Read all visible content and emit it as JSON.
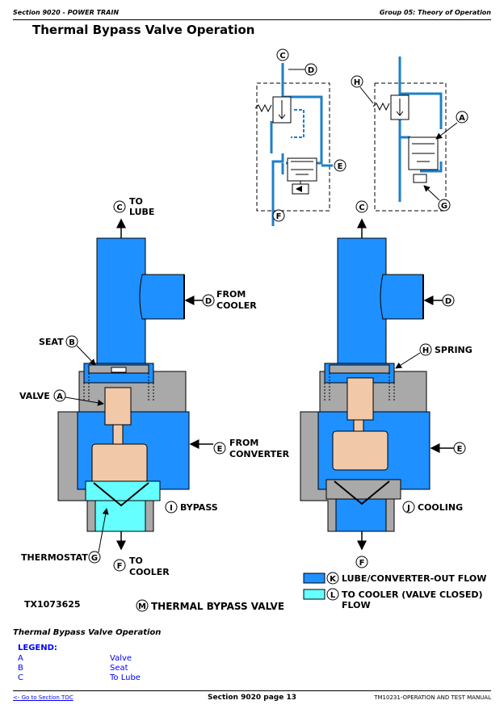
{
  "header": {
    "section": "Section 9020 - POWER TRAIN",
    "group": "Group 05: Theory of Operation"
  },
  "title": "Thermal Bypass Valve Operation",
  "figure": {
    "letters": {
      "A": "A",
      "B": "B",
      "C": "C",
      "D": "D",
      "E": "E",
      "F": "F",
      "G": "G",
      "H": "H",
      "I": "I",
      "J": "J",
      "K": "K",
      "L": "L",
      "M": "M"
    },
    "labels": {
      "to": "TO",
      "lube": "LUBE",
      "from": "FROM",
      "cooler": "COOLER",
      "converter": "CONVERTER",
      "seat": "SEAT",
      "valve": "VALVE",
      "thermostat": "THERMOSTAT",
      "bypass": "BYPASS",
      "cooling": "COOLING",
      "spring": "SPRING"
    },
    "key_lube": "LUBE/CONVERTER-OUT FLOW",
    "key_cooler_1": "TO COOLER (VALVE CLOSED)",
    "key_cooler_2": "FLOW",
    "figure_id": "TX1073625",
    "figure_name": "THERMAL BYPASS VALVE",
    "colors": {
      "lube_flow": "#1e90ff",
      "cooler_flow": "#66ffff",
      "housing": "#a9a9a9",
      "valve_body": "#f2c9a8"
    }
  },
  "caption": "Thermal Bypass Valve Operation",
  "legend": {
    "title": "LEGEND:",
    "items": [
      {
        "key": "A",
        "value": "Valve"
      },
      {
        "key": "B",
        "value": "Seat"
      },
      {
        "key": "C",
        "value": "To Lube"
      }
    ]
  },
  "footer": {
    "toc": "<- Go to Section TOC",
    "page": "Section 9020 page 13",
    "manual": "TM10231-OPERATION AND TEST MANUAL"
  }
}
